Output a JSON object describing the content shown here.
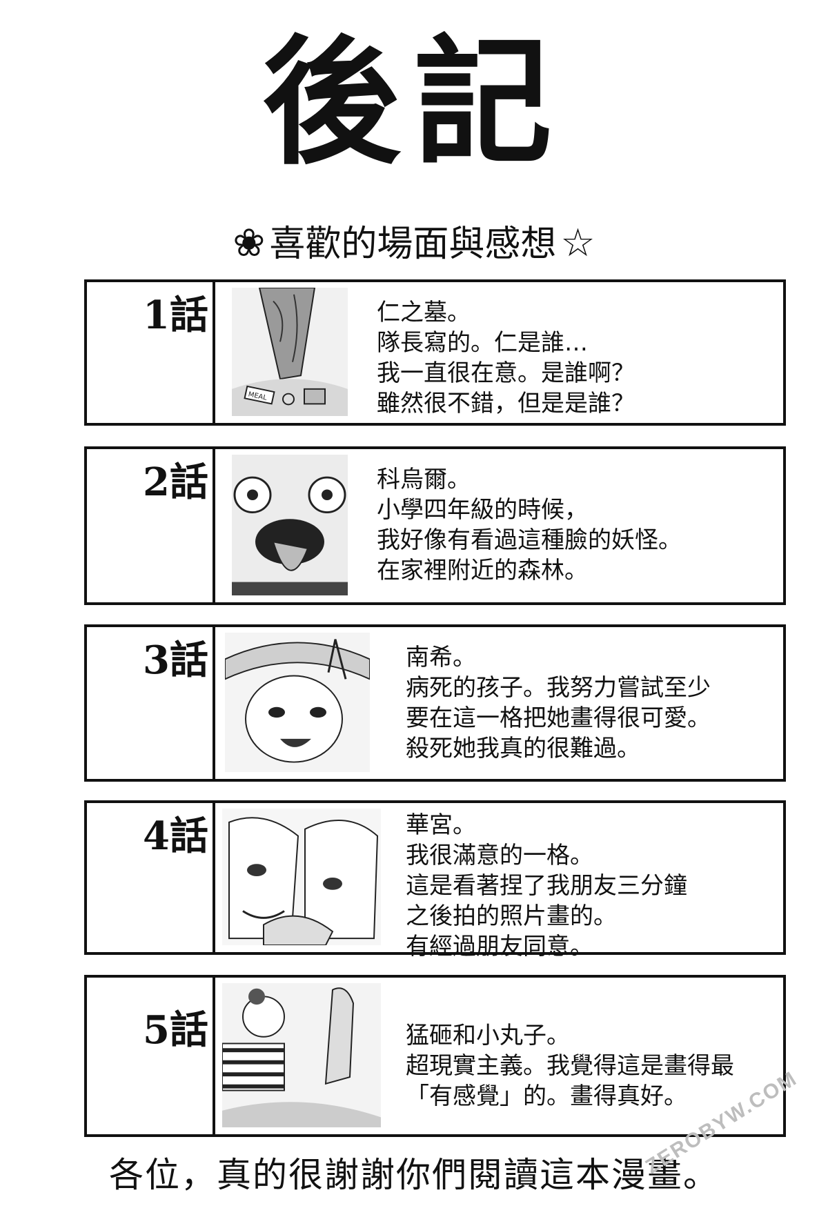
{
  "page": {
    "title": "後記",
    "subtitle": "喜歡的場面與感想",
    "footer": "各位，真的很謝謝你們閱讀這本漫畫。",
    "watermark": "ZEROBYW.COM"
  },
  "chapters": [
    {
      "label": "1話",
      "text": "仁之墓。\n隊長寫的。仁是誰…\n我一直很在意。是誰啊？\n雖然很不錯，但是是誰？",
      "art_label": "MEAL"
    },
    {
      "label": "2話",
      "text": "科烏爾。\n小學四年級的時候，\n我好像有看過這種臉的妖怪。\n在家裡附近的森林。"
    },
    {
      "label": "3話",
      "text": "南希。\n病死的孩子。我努力嘗試至少\n要在這一格把她畫得很可愛。\n殺死她我真的很難過。"
    },
    {
      "label": "4話",
      "text": "華宮。\n我很滿意的一格。\n這是看著捏了我朋友三分鐘\n之後拍的照片畫的。\n有經過朋友同意。"
    },
    {
      "label": "5話",
      "text": "猛砸和小丸子。\n超現實主義。我覺得這是畫得最\n「有感覺」的。畫得真好。"
    }
  ],
  "icons": {
    "left": "flower-icon",
    "right": "star-icon"
  },
  "colors": {
    "ink": "#111111",
    "paper": "#ffffff"
  }
}
